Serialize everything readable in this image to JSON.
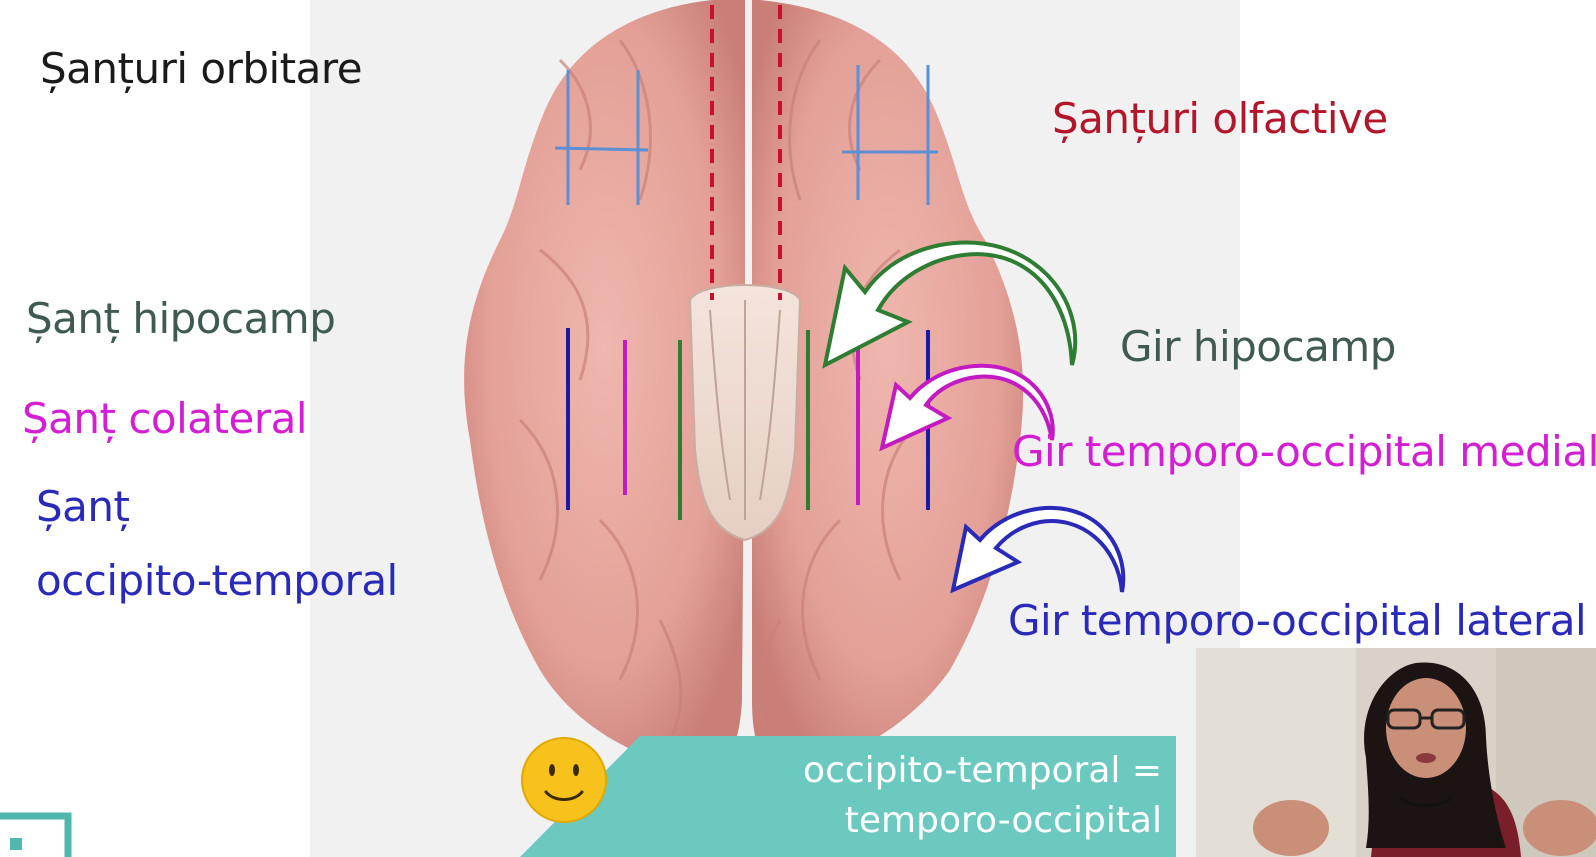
{
  "labels": {
    "santuri_orbitare": "Șanțuri orbitare",
    "santuri_olfactive": "Șanțuri olfactive",
    "sant_hipocamp": "Șanț hipocamp",
    "sant_colateral": "Șanț colateral",
    "sant_occipito_line1": "Șanț",
    "sant_occipito_line2": "occipito-temporal",
    "gir_hipocamp": "Gir hipocamp",
    "gir_temporo_medial": "Gir temporo-occipital medial",
    "gir_temporo_lateral": "Gir temporo-occipital lateral"
  },
  "caption": {
    "line1": "occipito-temporal =",
    "line2": "temporo-occipital",
    "icon": "smiley-face-icon"
  },
  "colors": {
    "orbital": "#5b8fd6",
    "olfactory": "#c8102e",
    "hippocampal": "#2e7d32",
    "collateral": "#c21bc2",
    "occipitotemporal": "#1a1aa8",
    "caption_bg": "#6cc9c0",
    "brain": "#e6a7a0"
  }
}
